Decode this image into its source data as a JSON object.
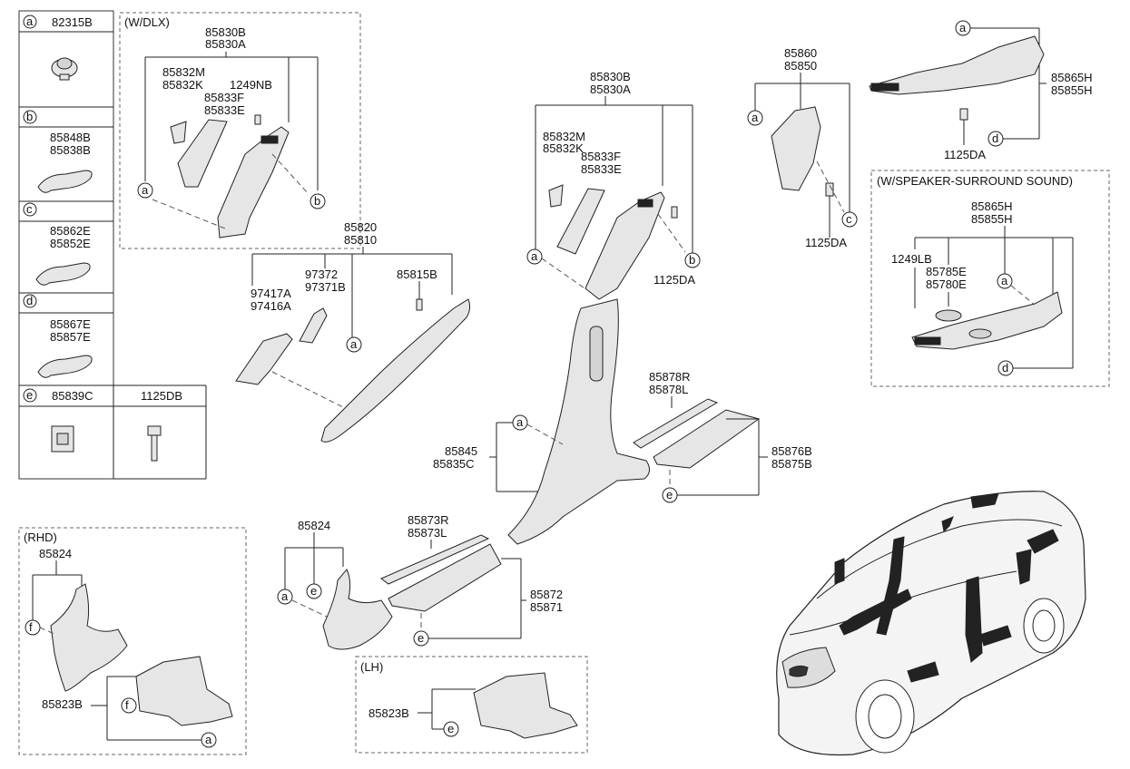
{
  "legend": {
    "a": {
      "letter": "a",
      "parts": [
        "82315B"
      ]
    },
    "b": {
      "letter": "b",
      "parts": [
        "85848B",
        "85838B"
      ]
    },
    "c": {
      "letter": "c",
      "parts": [
        "85862E",
        "85852E"
      ]
    },
    "d": {
      "letter": "d",
      "parts": [
        "85867E",
        "85857E"
      ]
    },
    "e": {
      "letter": "e",
      "parts": [
        "85839C"
      ]
    },
    "e2": {
      "parts": [
        "1125DB"
      ]
    }
  },
  "groups": {
    "dlx": "(W/DLX)",
    "speaker": "(W/SPEAKER-SURROUND SOUND)",
    "rhd": "(RHD)",
    "lh": "(LH)"
  },
  "labels": {
    "dlx_top": [
      "85830B",
      "85830A"
    ],
    "dlx_left": [
      "85832M",
      "85832K"
    ],
    "dlx_bolt": "1249NB",
    "dlx_mid": [
      "85833F",
      "85833E"
    ],
    "b_top": [
      "85830B",
      "85830A"
    ],
    "b_left": [
      "85832M",
      "85832K"
    ],
    "b_mid": [
      "85833F",
      "85833E"
    ],
    "b_bolt": "1125DA",
    "c_top": [
      "85860",
      "85850"
    ],
    "c_bolt": "1125DA",
    "d_right": [
      "85865H",
      "85855H"
    ],
    "d_bolt": "1125DA",
    "sp_top": [
      "85865H",
      "85855H"
    ],
    "sp_bolt": "1249LB",
    "sp_spk": [
      "85785E",
      "85780E"
    ],
    "a_top": [
      "85820",
      "85810"
    ],
    "a_cover1": [
      "97417A",
      "97416A"
    ],
    "a_cover2": [
      "97372",
      "97371B"
    ],
    "a_bolt": "85815B",
    "b_lower": [
      "85845",
      "85835C"
    ],
    "scuff_r_top": [
      "85878R",
      "85878L"
    ],
    "scuff_r": [
      "85876B",
      "85875B"
    ],
    "scuff_f_top": [
      "85873R",
      "85873L"
    ],
    "scuff_f": [
      "85872",
      "85871"
    ],
    "kick": "85824",
    "rhd_kick": "85824",
    "rhd_lower": "85823B",
    "lh_lower": "85823B"
  },
  "callouts": [
    "a",
    "b",
    "c",
    "d",
    "e",
    "f"
  ]
}
